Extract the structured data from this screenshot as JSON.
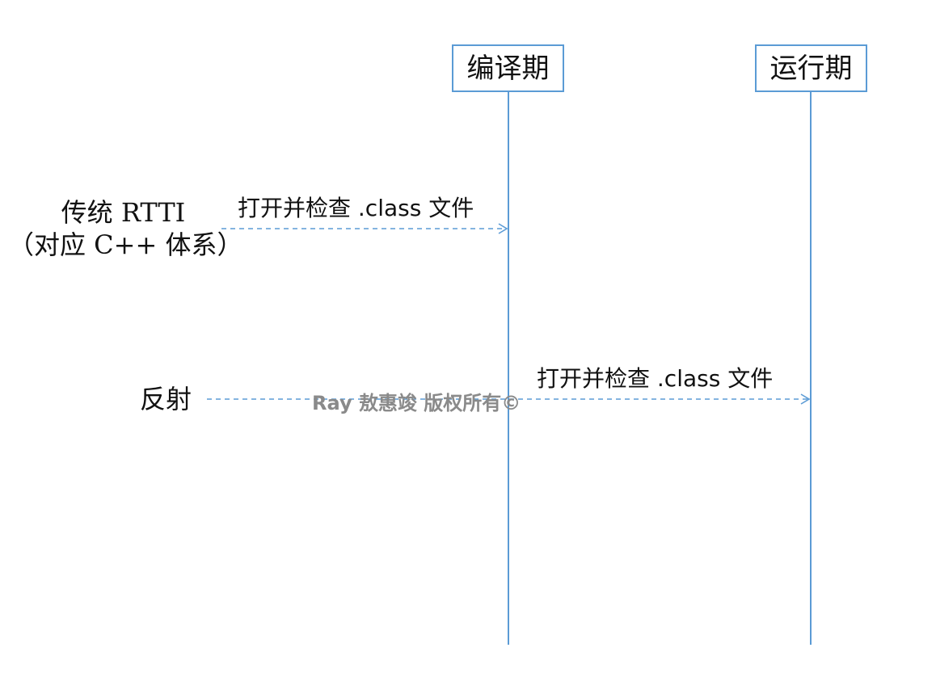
{
  "phases": {
    "compile": "编译期",
    "runtime": "运行期"
  },
  "actors": {
    "rtti_line1": "传统 RTTI",
    "rtti_line2": "（对应 C++ 体系）",
    "reflection": "反射"
  },
  "messages": {
    "rtti": "打开并检查 .class 文件",
    "reflection": "打开并检查 .class 文件"
  },
  "watermark": "Ray 敖惠竣 版权所有©",
  "colors": {
    "line": "#5b9bd5",
    "text": "#111111",
    "watermark": "#8a8a8a"
  }
}
